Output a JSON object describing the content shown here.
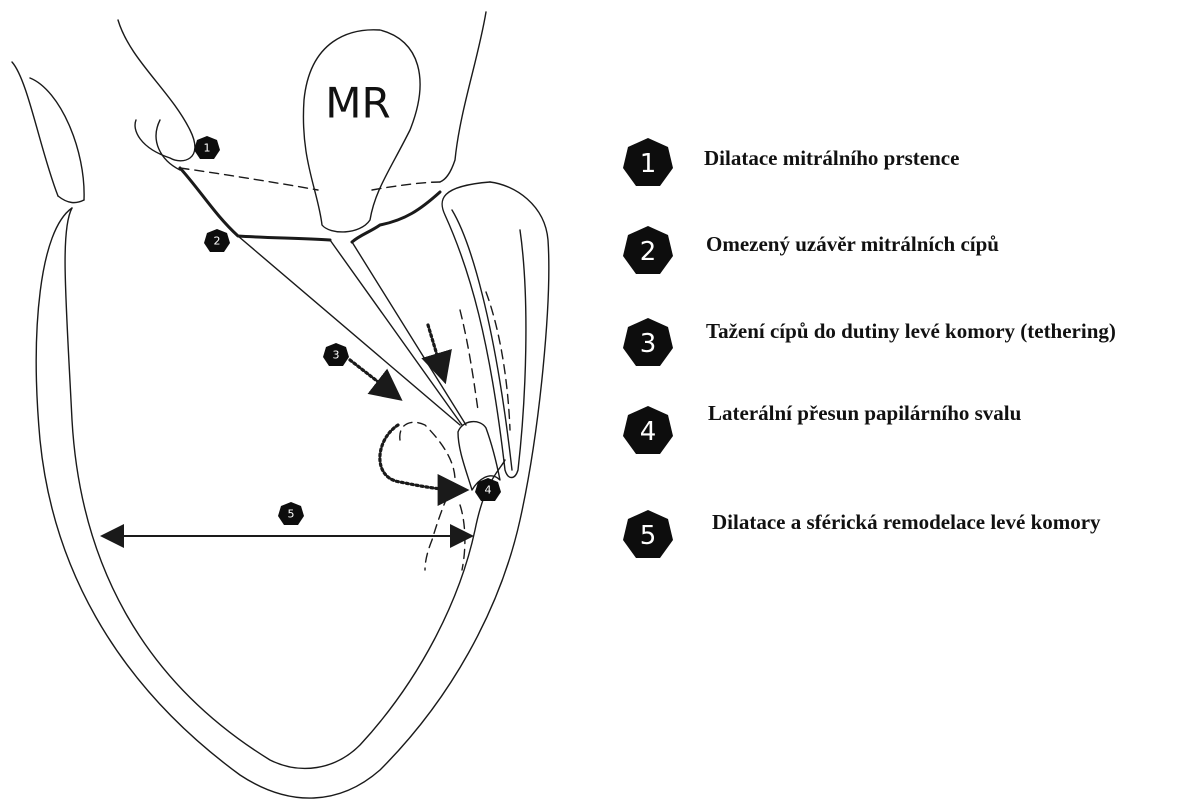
{
  "figure": {
    "mr_label": "MR",
    "markers": [
      "1",
      "2",
      "3",
      "4",
      "5"
    ]
  },
  "legend": {
    "items": [
      {
        "num": "1",
        "text": "Dilatace mitrálního prstence"
      },
      {
        "num": "2",
        "text": "Omezený uzávěr mitrálních cípů"
      },
      {
        "num": "3",
        "text": "Tažení cípů do dutiny levé komory (tethering)"
      },
      {
        "num": "4",
        "text": "Laterální přesun papilárního svalu"
      },
      {
        "num": "5",
        "text": "Dilatace a sférická remodelace levé komory"
      }
    ]
  },
  "colors": {
    "ink": "#1a1a1a",
    "badge": "#0d0d0d",
    "background": "#ffffff"
  }
}
